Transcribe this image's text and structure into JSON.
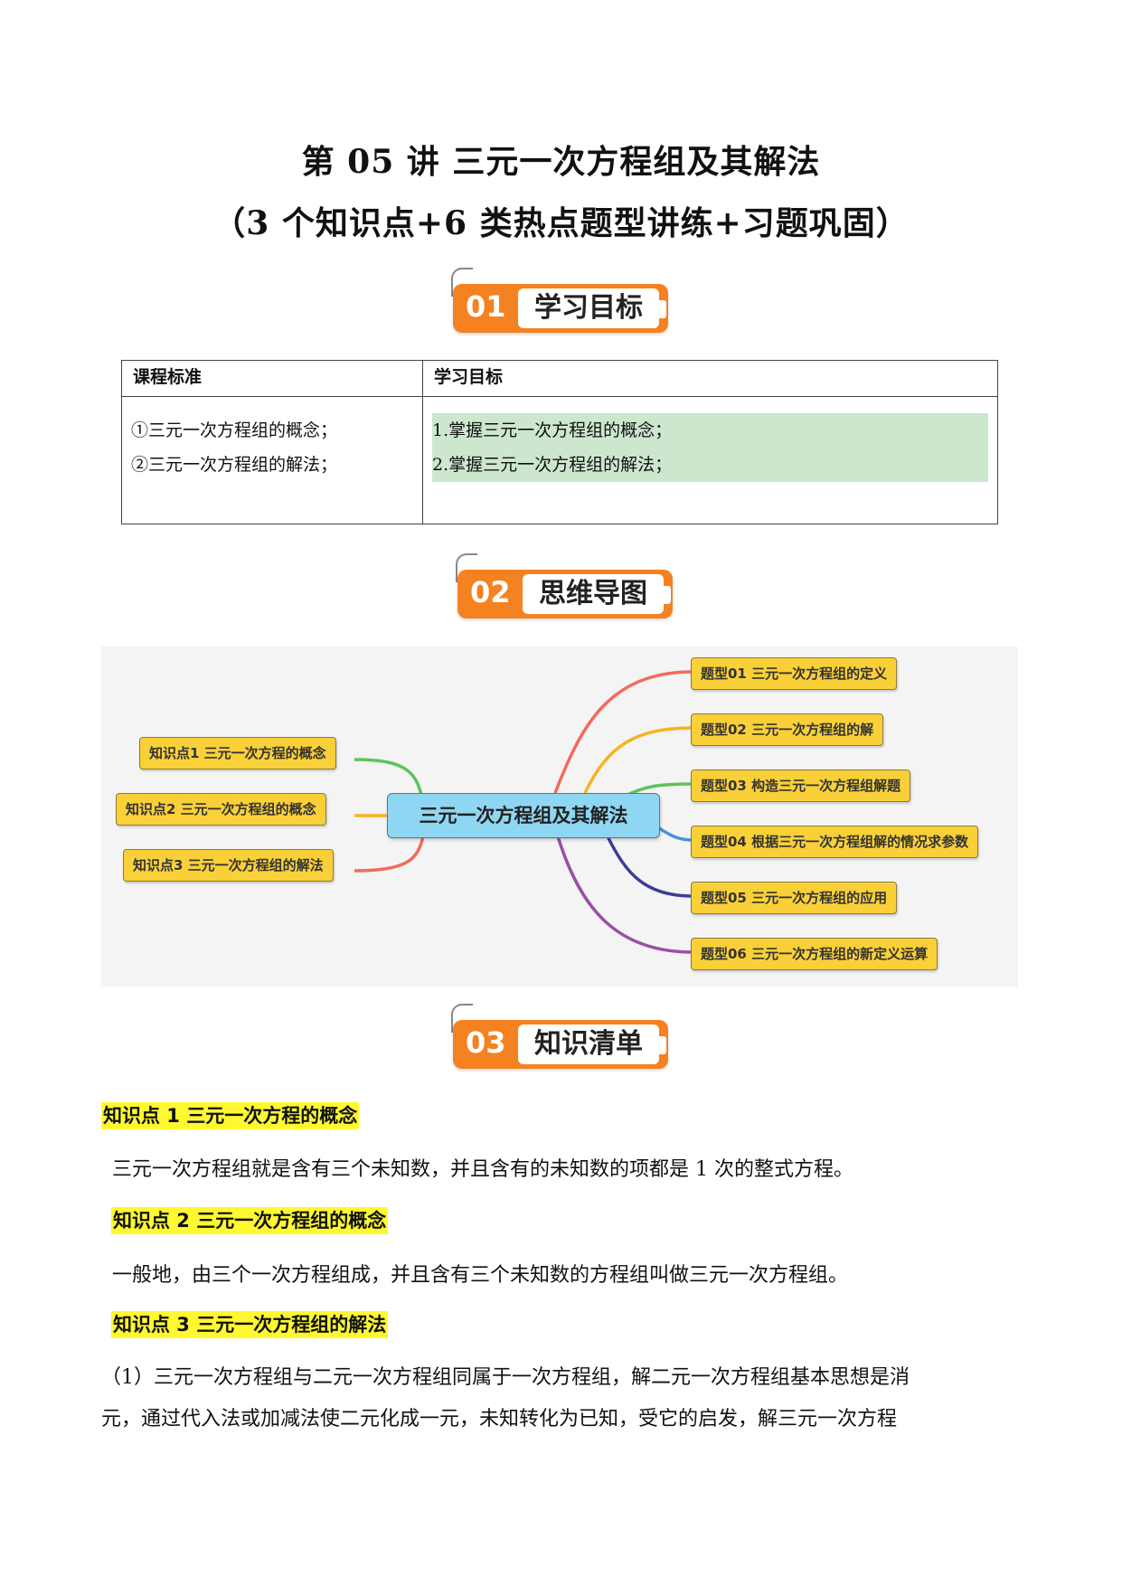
{
  "header": {
    "title": "第 05 讲 三元一次方程组及其解法",
    "subtitle": "（3 个知识点+6 类热点题型讲练+习题巩固）"
  },
  "sections": [
    {
      "num": "01",
      "label": "学习目标"
    },
    {
      "num": "02",
      "label": "思维导图"
    },
    {
      "num": "03",
      "label": "知识清单"
    }
  ],
  "goals_table": {
    "headers": [
      "课程标准",
      "学习目标"
    ],
    "standards": [
      "①三元一次方程组的概念；",
      "②三元一次方程组的解法；"
    ],
    "objectives": [
      "1.掌握三元一次方程组的概念；",
      "2.掌握三元一次方程组的解法；"
    ]
  },
  "mindmap": {
    "root": "三元一次方程组及其解法",
    "left": [
      "知识点1 三元一次方程的概念",
      "知识点2 三元一次方程组的概念",
      "知识点3 三元一次方程组的解法"
    ],
    "right": [
      "题型01  三元一次方程组的定义",
      "题型02  三元一次方程组的解",
      "题型03  构造三元一次方程组解题",
      "题型04  根据三元一次方程组解的情况求参数",
      "题型05  三元一次方程组的应用",
      "题型06  三元一次方程组的新定义运算"
    ]
  },
  "knowledge": [
    {
      "heading": "知识点 1 三元一次方程的概念",
      "text": [
        "三元一次方程组就是含有三个未知数，并且含有的未知数的项都是 1 次的整式方程。"
      ]
    },
    {
      "heading": "知识点 2 三元一次方程组的概念",
      "text": [
        "一般地，由三个一次方程组成，并且含有三个未知数的方程组叫做三元一次方程组。"
      ]
    },
    {
      "heading": "知识点 3 三元一次方程组的解法",
      "text": [
        "（1）三元一次方程组与二元一次方程组同属于一次方程组，解二元一次方程组基本思想是消",
        "元，通过代入法或加减法使二元化成一元，未知转化为已知，受它的启发，解三元一次方程"
      ]
    }
  ]
}
